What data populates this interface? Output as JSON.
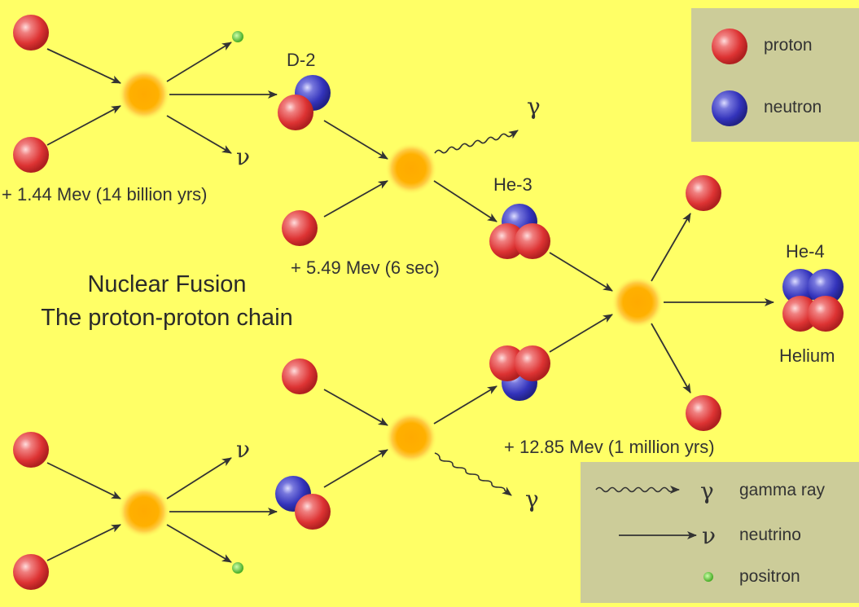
{
  "title": {
    "line1": "Nuclear Fusion",
    "line2": "The proton-proton chain"
  },
  "labels": {
    "d2": "D-2",
    "he3": "He-3",
    "he4": "He-4",
    "helium": "Helium",
    "gamma_symbol": "γ",
    "nu_symbol": "ν"
  },
  "energies": {
    "step1": "+ 1.44 Mev (14 billion yrs)",
    "step2": "+ 5.49 Mev (6 sec)",
    "step3": "+ 12.85 Mev (1 million yrs)"
  },
  "legend_particles": {
    "proton": "proton",
    "neutron": "neutron"
  },
  "legend_emissions": {
    "gamma": "gamma ray",
    "neutrino": "neutrino",
    "positron": "positron"
  },
  "colors": {
    "background": "#ffff66",
    "proton": "#dd3333",
    "neutron": "#3333bb",
    "positron": "#66cc33",
    "fusion_core": "#ffaa00",
    "legend_bg": "#cccc99"
  }
}
